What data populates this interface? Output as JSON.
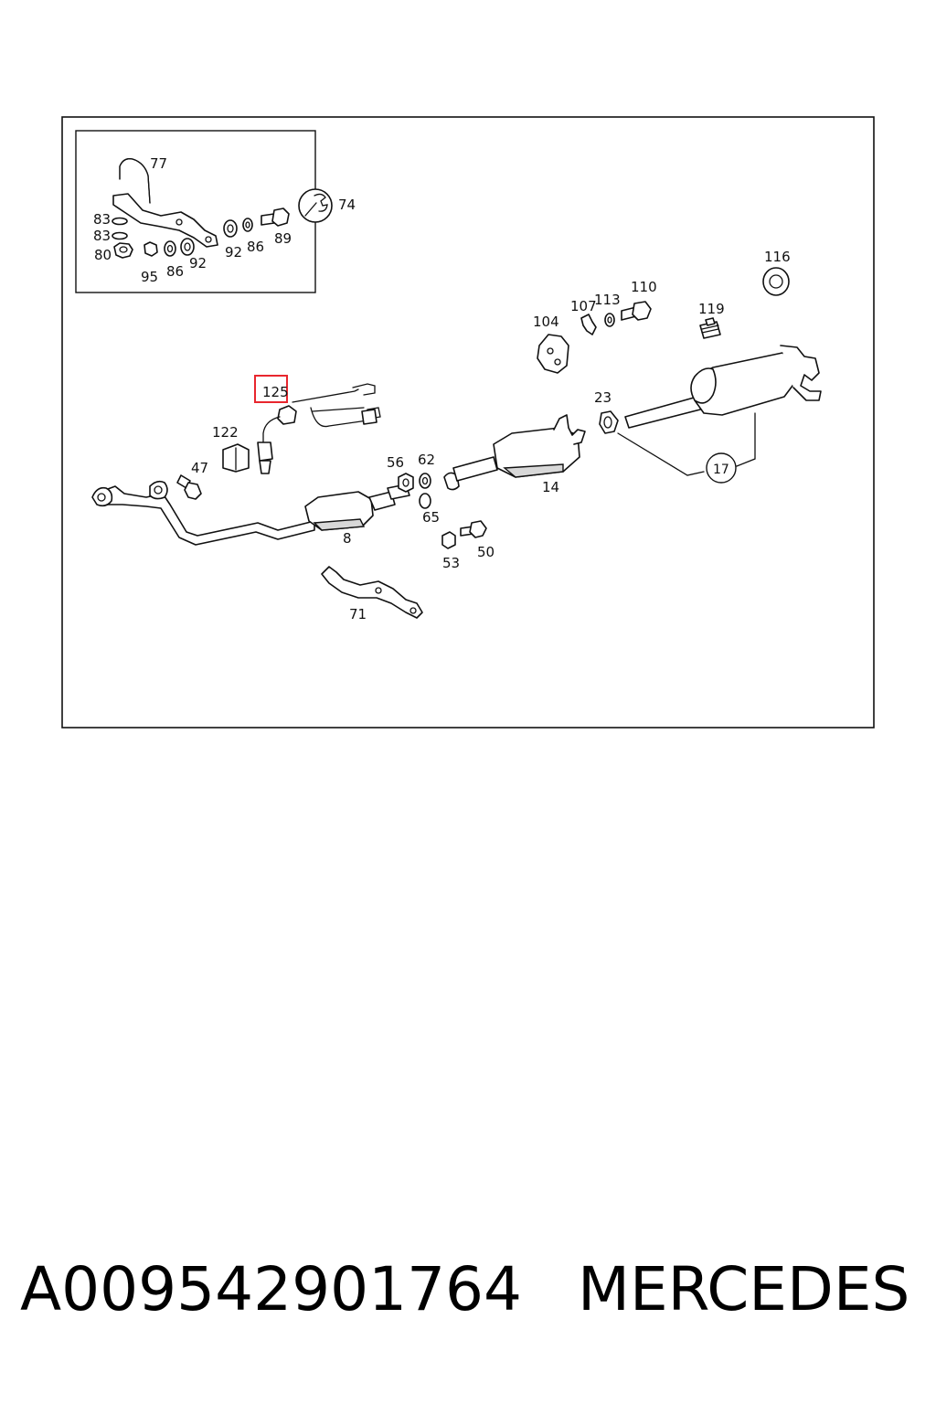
{
  "diagram": {
    "callouts": {
      "c77": "77",
      "c74": "74",
      "c83a": "83",
      "c83b": "83",
      "c80": "80",
      "c95": "95",
      "c86a": "86",
      "c92a": "92",
      "c92b": "92",
      "c86b": "86",
      "c89": "89",
      "c116": "116",
      "c110": "110",
      "c107": "107",
      "c113": "113",
      "c104": "104",
      "c119": "119",
      "c125": "125",
      "c122": "122",
      "c23": "23",
      "c47": "47",
      "c56": "56",
      "c62": "62",
      "c14": "14",
      "c17": "17",
      "c65": "65",
      "c8": "8",
      "c53": "53",
      "c50": "50",
      "c71": "71"
    },
    "highlight_color": "#e8262e"
  },
  "footer": {
    "part_number": "A009542901764",
    "brand": "MERCEDES"
  }
}
